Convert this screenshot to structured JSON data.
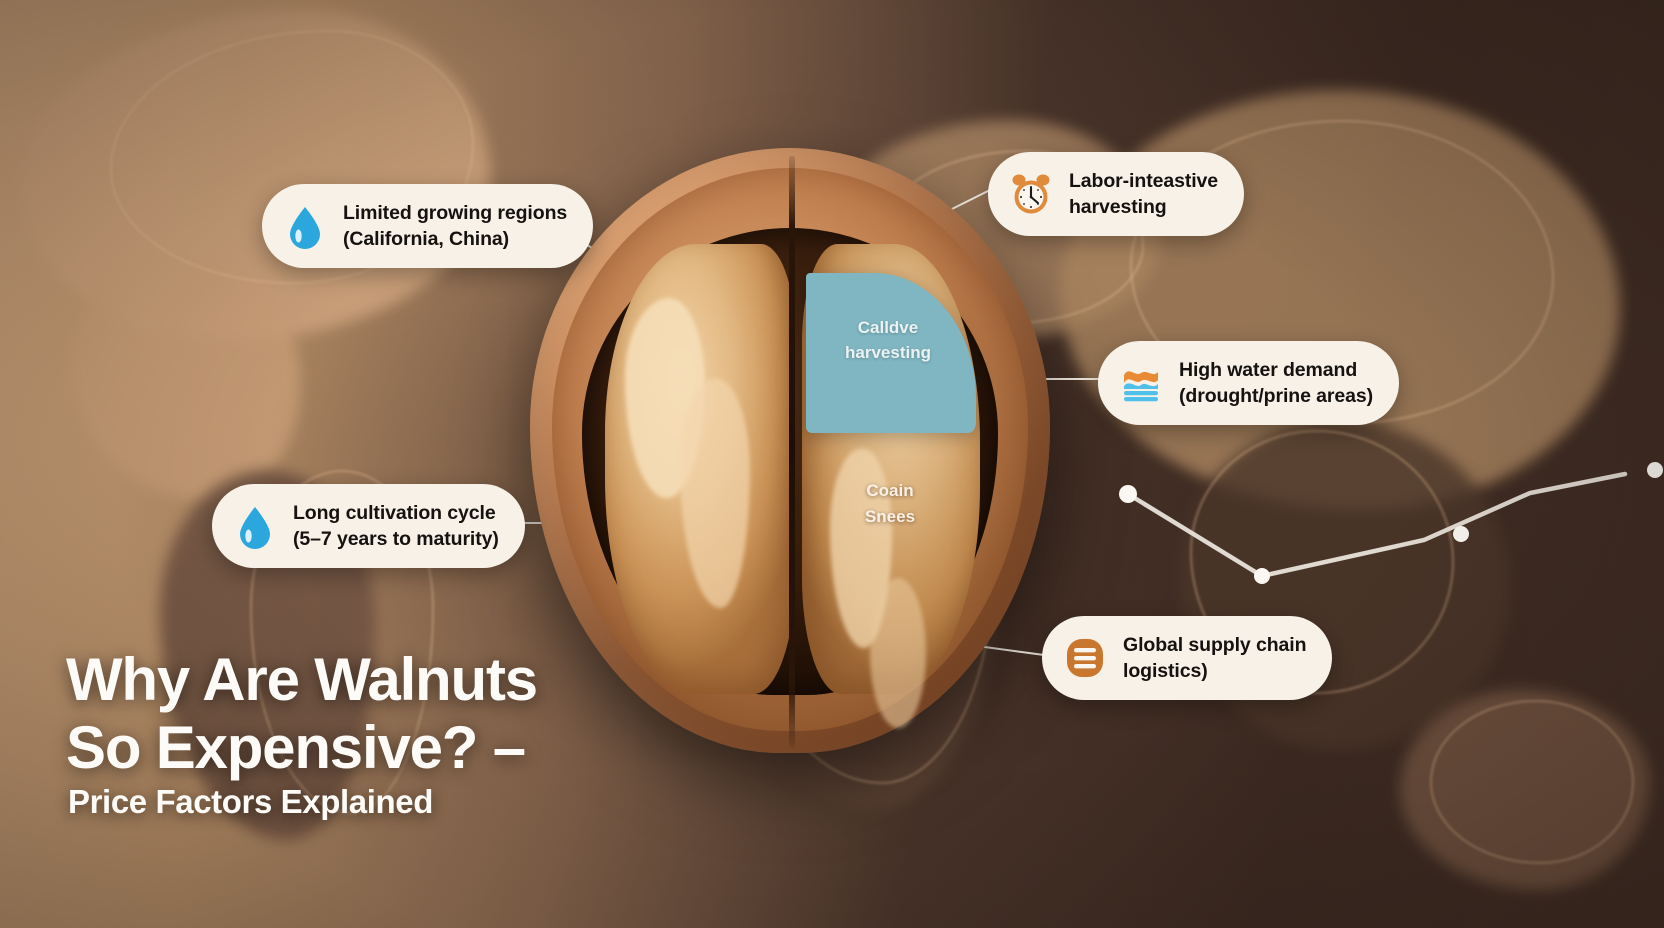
{
  "title": {
    "line1": "Why Are Walnuts",
    "line2": "So Expensive? –",
    "subtitle": "Price Factors Explained"
  },
  "callouts": [
    {
      "id": "limited-growing-regions",
      "icon": "water-drop-icon",
      "icon_color": "#2ba7dd",
      "line1": "Limited growing regions",
      "line2": "(California, China)"
    },
    {
      "id": "labor-intensive-harvesting",
      "icon": "alarm-clock-icon",
      "icon_color": "#e08a3c",
      "line1": "Labor-inteastive",
      "line2": "harvesting"
    },
    {
      "id": "high-water-demand",
      "icon": "water-layers-icon",
      "icon_color": "#38b2e0",
      "line1": "High water demand",
      "line2": "(drought/prine areas)"
    },
    {
      "id": "long-cultivation-cycle",
      "icon": "water-drop-icon",
      "icon_color": "#2ba7dd",
      "line1": "Long cultivation cycle",
      "line2": "(5–7 years to maturity)"
    },
    {
      "id": "global-supply-chain",
      "icon": "stacked-lines-icon",
      "icon_color": "#c9762f",
      "line1": "Global supply chain",
      "line2": "logistics)"
    }
  ],
  "walnut": {
    "teal_overlay_line1": "Calldve",
    "teal_overlay_line2": "harvesting",
    "kernel_line1": "Coain",
    "kernel_line2": "Snees"
  },
  "colors": {
    "card_background": "#f7f1e8",
    "text_dark": "#15120f",
    "text_light": "#fdfbf7",
    "teal_panel": "#7fb6c2",
    "shell_light": "#e2a97a",
    "shell_dark": "#8a532f",
    "map_land": "#b78f68",
    "map_dark": "#3c2a22",
    "route_line": "#f3ece3"
  }
}
